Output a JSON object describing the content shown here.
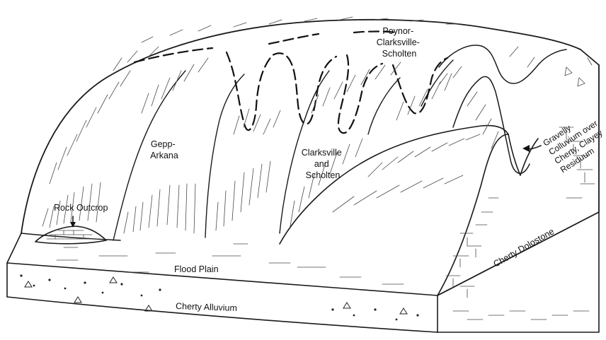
{
  "labels": {
    "poynor": [
      "Poynor-",
      "Clarksville-",
      "Scholten"
    ],
    "gepp": [
      "Gepp-",
      "Arkana"
    ],
    "clarksville": [
      "Clarksville",
      "and",
      "Scholten"
    ],
    "rock_outcrop": "Rock Outcrop",
    "flood_plain": "Flood Plain",
    "cherty_alluvium": "Cherty Alluvium",
    "cherty_dolostone": "Cherty Dolostone",
    "colluvium": [
      "Gravelly",
      "Colluvium over",
      "Cherty, Clayey",
      "Residuum"
    ]
  },
  "colors": {
    "ink": "#1a1a1a",
    "background": "#ffffff"
  }
}
